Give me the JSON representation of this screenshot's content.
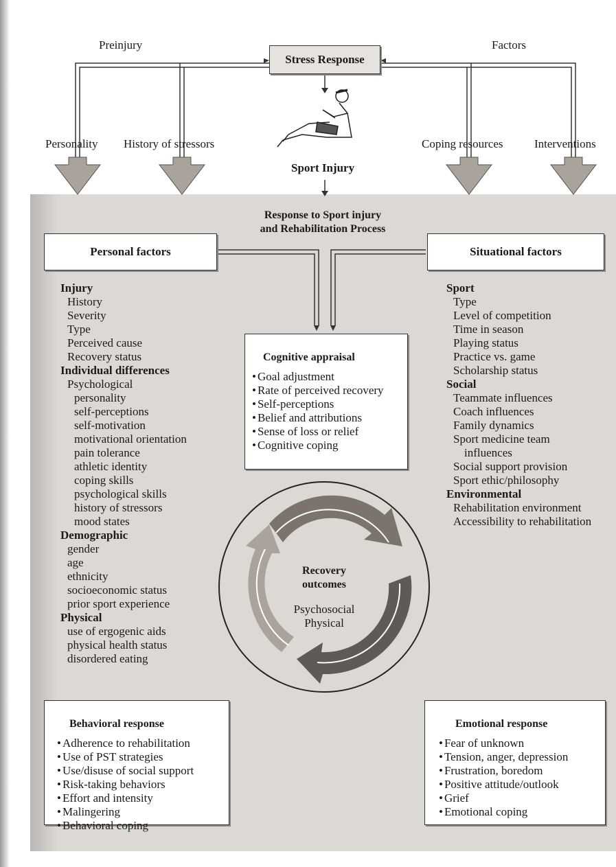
{
  "top": {
    "preinjury": "Preinjury",
    "factors": "Factors",
    "stress_response": "Stress Response",
    "sport_injury": "Sport Injury",
    "inputs": [
      "Personality",
      "History of stressors",
      "Coping resources",
      "Interventions"
    ]
  },
  "panel": {
    "title_line1": "Response to Sport injury",
    "title_line2": "and Rehabilitation Process"
  },
  "personal": {
    "title": "Personal factors",
    "injury": {
      "head": "Injury",
      "items": [
        "History",
        "Severity",
        "Type",
        "Perceived cause",
        "Recovery status"
      ]
    },
    "individual": {
      "head": "Individual differences",
      "sub": "Psychological",
      "items": [
        "personality",
        "self-perceptions",
        "self-motivation",
        "motivational orientation",
        "pain tolerance",
        "athletic identity",
        "coping skills",
        "psychological skills",
        "history of stressors",
        "mood states"
      ]
    },
    "demographic": {
      "head": "Demographic",
      "items": [
        "gender",
        "age",
        "ethnicity",
        "socioeconomic status",
        "prior sport experience"
      ]
    },
    "physical": {
      "head": "Physical",
      "items": [
        "use of ergogenic aids",
        "physical health status",
        "disordered eating"
      ]
    }
  },
  "situational": {
    "title": "Situational factors",
    "sport": {
      "head": "Sport",
      "items": [
        "Type",
        "Level of competition",
        "Time in season",
        "Playing status",
        "Practice vs. game",
        "Scholarship status"
      ]
    },
    "social": {
      "head": "Social",
      "items": [
        "Teammate influences",
        "Coach influences",
        "Family dynamics",
        "Sport medicine team",
        "influences",
        "Social support provision",
        "Sport ethic/philosophy"
      ]
    },
    "environmental": {
      "head": "Environmental",
      "items": [
        "Rehabilitation environment",
        "Accessibility to rehabilitation"
      ]
    }
  },
  "cognitive": {
    "title": "Cognitive appraisal",
    "items": [
      "Goal adjustment",
      "Rate of perceived recovery",
      "Self-perceptions",
      "Belief and attributions",
      "Sense of loss or relief",
      "Cognitive coping"
    ]
  },
  "recovery": {
    "line1": "Recovery",
    "line2": "outcomes",
    "line3": "Psychosocial",
    "line4": "Physical"
  },
  "behavioral": {
    "title": "Behavioral response",
    "items": [
      "Adherence to rehabilitation",
      "Use of PST strategies",
      "Use/disuse of social support",
      "Risk-taking behaviors",
      "Effort and intensity",
      "Malingering",
      "Behavioral coping"
    ]
  },
  "emotional": {
    "title": "Emotional response",
    "items": [
      "Fear of unknown",
      "Tension, anger, depression",
      "Frustration, boredom",
      "Positive attitude/outlook",
      "Grief",
      "Emotional coping"
    ]
  },
  "colors": {
    "panel": "#dcd8d3",
    "arrow_dark": "#5e5a55",
    "arrow_mid": "#8a847d",
    "arrow_light": "#a9a39c",
    "line": "#333333"
  }
}
